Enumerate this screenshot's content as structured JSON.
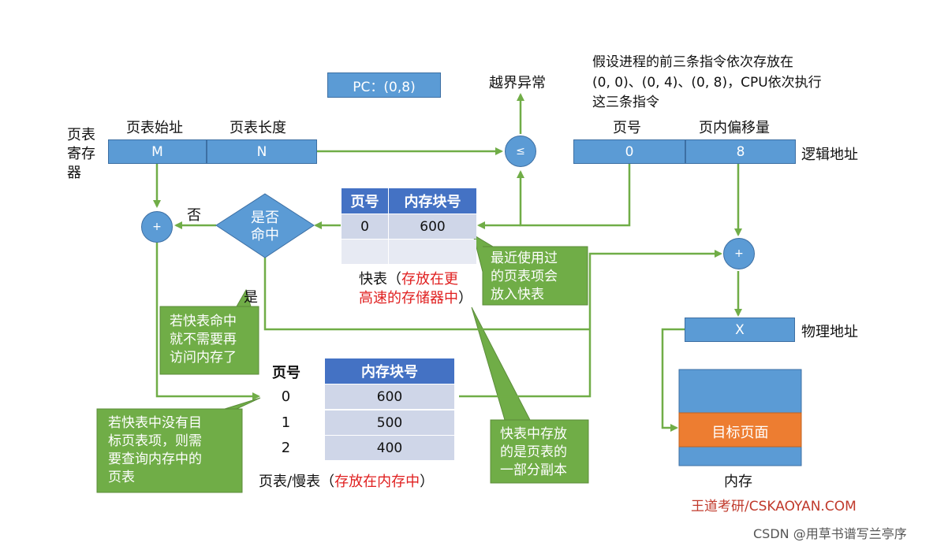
{
  "pc_box": "PC：(0,8)",
  "out_of_bounds": "越界异常",
  "assumption": [
    "假设进程的前三条指令依次存放在",
    "(0, 0)、(0, 4)、(0, 8)，CPU依次执行",
    "这三条指令"
  ],
  "page_table_register": {
    "label": "页表\n寄存\n器",
    "start_label": "页表始址",
    "length_label": "页表长度",
    "start_value": "M",
    "length_value": "N"
  },
  "compare_symbol": "≤",
  "logical_address": {
    "page_label": "页号",
    "offset_label": "页内偏移量",
    "page_value": "0",
    "offset_value": "8",
    "label": "逻辑地址"
  },
  "decision": {
    "text": "是否\n命中",
    "no": "否",
    "yes": "是"
  },
  "adder_symbol": "+",
  "tlb": {
    "headers": [
      "页号",
      "内存块号"
    ],
    "rows": [
      [
        "0",
        "600"
      ],
      [
        "",
        ""
      ]
    ],
    "caption_prefix": "快表（",
    "caption_red": "存放在更\n高速的存储器中",
    "caption_suffix": "）"
  },
  "page_table": {
    "header_page": "页号",
    "header_block": "内存块号",
    "rows": [
      [
        "0",
        "600"
      ],
      [
        "1",
        "500"
      ],
      [
        "2",
        "400"
      ]
    ],
    "caption_prefix": "页表/慢表（",
    "caption_red": "存放在内存中",
    "caption_suffix": "）"
  },
  "physical_address": {
    "value": "X",
    "label": "物理地址"
  },
  "memory": {
    "target_page": "目标页面",
    "label": "内存"
  },
  "callouts": {
    "recent": "最近使用过\n的页表项会\n放入快表",
    "hit": "若快表命中\n就不需要再\n访问内存了",
    "miss": "若快表中没有目\n标页表项，则需\n要查询内存中的\n页表",
    "copy": "快表中存放\n的是页表的\n一部分副本"
  },
  "watermark_brand": "王道考研/CSKAOYAN.COM",
  "watermark_csdn": "CSDN @用草书谱写兰亭序",
  "colors": {
    "blue": "#5b9bd5",
    "header": "#4472c4",
    "cell": "#cfd6e8",
    "green": "#70ad47",
    "orange": "#ed7d31",
    "red": "#e02020"
  }
}
